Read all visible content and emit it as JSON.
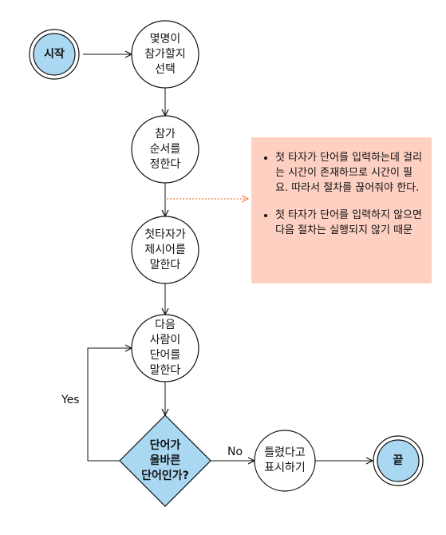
{
  "colors": {
    "start_end_fill": "#aad8f3",
    "decision_fill": "#aad8f3",
    "note_fill": "#fdd0c2",
    "note_connector": "#f47a3a",
    "stroke": "#111111"
  },
  "nodes": {
    "start": {
      "lines": [
        "시작"
      ]
    },
    "select": {
      "lines": [
        "몇명이",
        "참가할지",
        "선택"
      ]
    },
    "order": {
      "lines": [
        "참가",
        "순서를",
        "정한다"
      ]
    },
    "first": {
      "lines": [
        "첫타자가",
        "제시어를",
        "말한다"
      ]
    },
    "next": {
      "lines": [
        "다음",
        "사람이",
        "단어를",
        "말한다"
      ]
    },
    "decision": {
      "lines": [
        "단어가",
        "올바른",
        "단어인가?"
      ]
    },
    "wrong": {
      "lines": [
        "틀렸다고",
        "표시하기"
      ]
    },
    "end": {
      "lines": [
        "끝"
      ]
    }
  },
  "edges": {
    "yes_label": "Yes",
    "no_label": "No"
  },
  "note": {
    "items": [
      "첫 타자가 단어를 입력하는데 걸리는 시간이 존재하므로 시간이 필요. 따라서 절차를 끊어줘야 한다.",
      "첫 타자가 단어를 입력하지 않으면 다음 절차는 실행되지 않기 때문"
    ]
  }
}
